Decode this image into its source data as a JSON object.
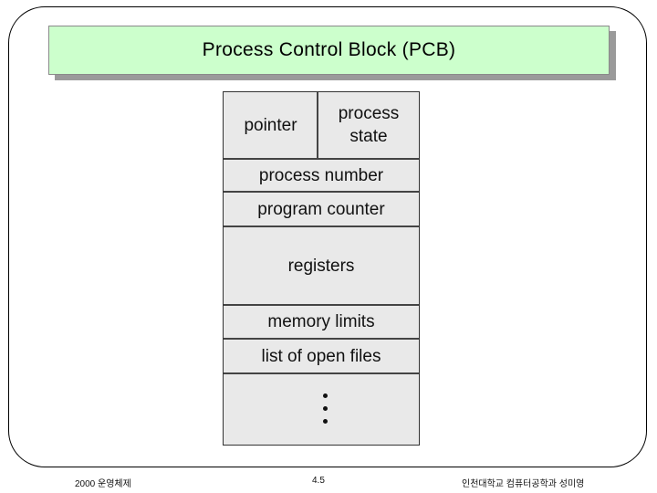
{
  "slide": {
    "title": "Process Control Block (PCB)"
  },
  "pcb": {
    "pointer": "pointer",
    "process_state_line1": "process",
    "process_state_line2": "state",
    "rows": [
      "process number",
      "program counter",
      "registers",
      "memory limits",
      "list of open files"
    ]
  },
  "footer": {
    "left": "2000 운영체제",
    "center": "4.5",
    "right": "인천대학교 컴퓨터공학과 성미영"
  }
}
